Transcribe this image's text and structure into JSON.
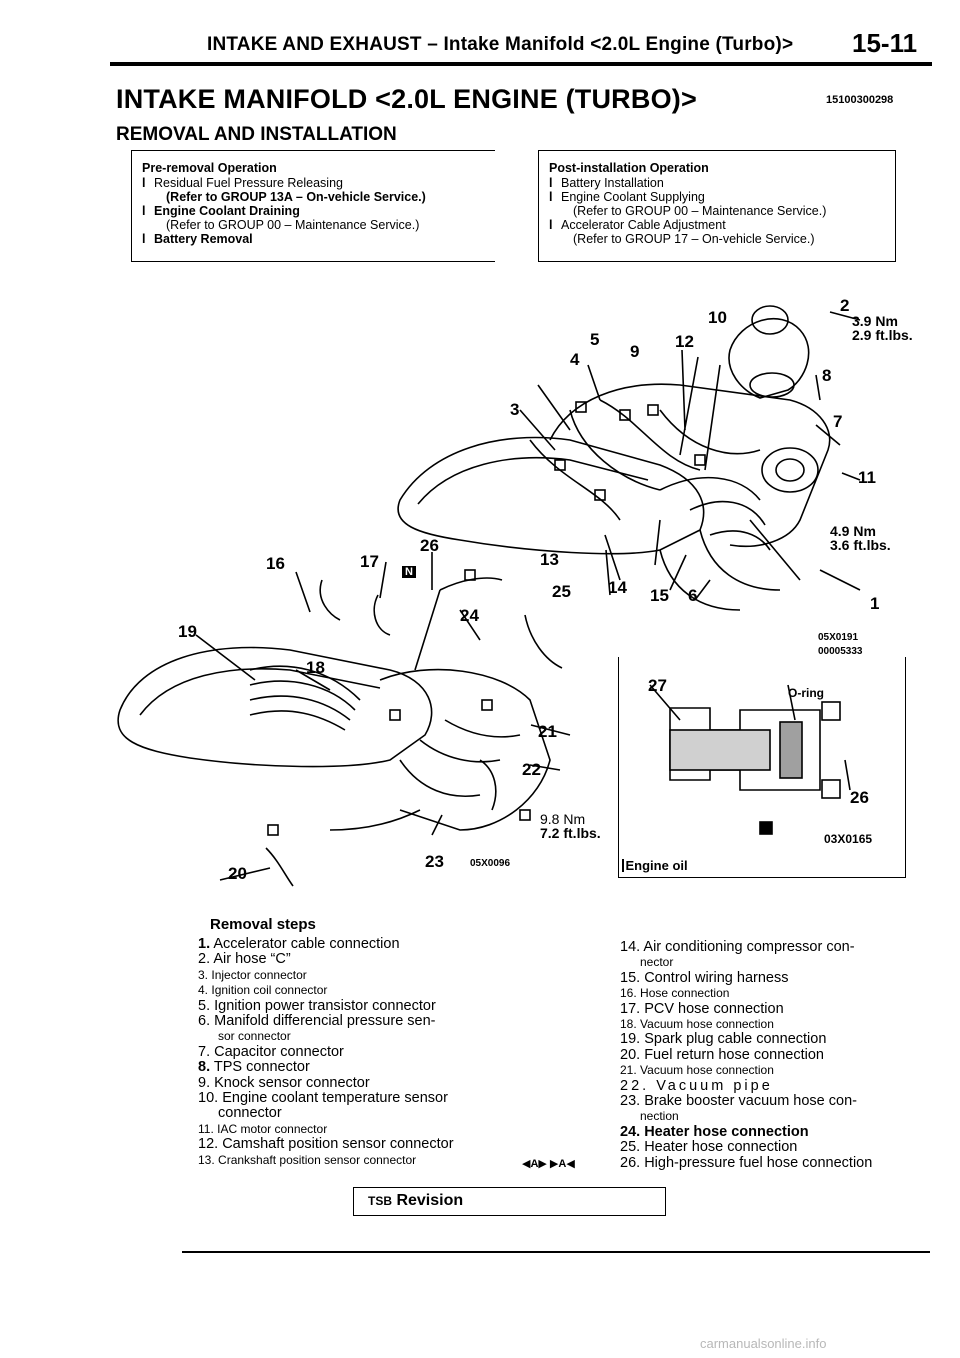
{
  "header": {
    "section": "INTAKE AND EXHAUST –",
    "subsection": "Intake Manifold <2.0L Engine (Turbo)>",
    "page_number": "15-11"
  },
  "main_title": "INTAKE MANIFOLD <2.0L ENGINE (TURBO)>",
  "doc_number": "15100300298",
  "sub_title": "REMOVAL AND INSTALLATION",
  "pre_removal": {
    "heading": "Pre-removal Operation",
    "items": [
      {
        "bullet": "l",
        "text": "Residual Fuel Pressure Releasing",
        "ref": "(Refer to GROUP 13A – On-vehicle Service.)"
      },
      {
        "bullet": "l",
        "text": "Engine Coolant Draining",
        "ref": "(Refer to GROUP 00 – Maintenance Service.)"
      },
      {
        "bullet": "l",
        "text": "Battery Removal",
        "ref": ""
      }
    ]
  },
  "post_installation": {
    "heading": "Post-installation Operation",
    "items": [
      {
        "bullet": "l",
        "text": "Battery Installation",
        "ref": ""
      },
      {
        "bullet": "l",
        "text": "Engine Coolant Supplying",
        "ref": "(Refer to GROUP 00 – Maintenance Service.)"
      },
      {
        "bullet": "l",
        "text": "Accelerator Cable Adjustment",
        "ref": "(Refer to GROUP 17 – On-vehicle Service.)"
      }
    ]
  },
  "diagram": {
    "callouts": [
      "1",
      "2",
      "3",
      "4",
      "5",
      "6",
      "7",
      "8",
      "9",
      "10",
      "11",
      "12",
      "13",
      "14",
      "15",
      "16",
      "17",
      "18",
      "19",
      "20",
      "21",
      "22",
      "23",
      "24",
      "25",
      "26",
      "27"
    ],
    "torque_top": {
      "nm": "3.9 Nm",
      "ftlbs": "2.9 ft.lbs."
    },
    "torque_mid": {
      "nm": "4.9 Nm",
      "ftlbs": "3.6 ft.lbs."
    },
    "torque_low": {
      "nm": "9.8 Nm",
      "ftlbs": "7.2 ft.lbs."
    },
    "fig_code_upper": "05X0191",
    "fig_code_upper2": "00005333",
    "fig_code_lower": "05X0096",
    "detail_code": "03X0165",
    "oring_label": "O-ring",
    "detail_caption": "Engine oil",
    "n_marker": "N"
  },
  "removal_steps": {
    "title": "Removal steps",
    "left": [
      {
        "n": "1.",
        "text": "Accelerator cable connection",
        "small": false
      },
      {
        "n": "2.",
        "text": "Air hose “C”",
        "small": false
      },
      {
        "n": "3.",
        "text": "Injector connector",
        "small": true
      },
      {
        "n": "4.",
        "text": "Ignition coil connector",
        "small": true
      },
      {
        "n": "5.",
        "text": "Ignition power transistor connector",
        "small": false
      },
      {
        "n": "6.",
        "text": "Manifold differencial pressure sen-",
        "small": false
      },
      {
        "n": "",
        "text": "sor connector",
        "small": true
      },
      {
        "n": "7.",
        "text": "Capacitor connector",
        "small": false
      },
      {
        "n": "8.",
        "text": "TPS connector",
        "small": false
      },
      {
        "n": "9.",
        "text": "Knock sensor connector",
        "small": false
      },
      {
        "n": "10.",
        "text": "Engine coolant temperature sensor",
        "small": false
      },
      {
        "n": "",
        "text": "connector",
        "small": false
      },
      {
        "n": "11.",
        "text": "IAC motor connector",
        "small": true
      },
      {
        "n": "12.",
        "text": "Camshaft position sensor connector",
        "small": false
      },
      {
        "n": "13.",
        "text": "Crankshaft position sensor connector",
        "small": true
      }
    ],
    "right": [
      {
        "n": "14.",
        "text": "Air conditioning compressor con-",
        "small": false
      },
      {
        "n": "",
        "text": "nector",
        "small": true
      },
      {
        "n": "15.",
        "text": "Control wiring harness",
        "small": false
      },
      {
        "n": "16.",
        "text": "Hose connection",
        "small": true
      },
      {
        "n": "17.",
        "text": "PCV hose connection",
        "small": false
      },
      {
        "n": "18.",
        "text": "Vacuum hose connection",
        "small": true
      },
      {
        "n": "19.",
        "text": "Spark plug cable connection",
        "small": false
      },
      {
        "n": "20.",
        "text": "Fuel return hose connection",
        "small": false
      },
      {
        "n": "21.",
        "text": "Vacuum hose connection",
        "small": true
      },
      {
        "n": "22.",
        "text": "Vacuum pipe",
        "small": false
      },
      {
        "n": "23.",
        "text": "Brake booster vacuum hose con-",
        "small": false
      },
      {
        "n": "",
        "text": "nection",
        "small": true
      },
      {
        "n": "24.",
        "text": "Heater hose connection",
        "small": false
      },
      {
        "n": "25.",
        "text": "Heater hose connection",
        "small": false
      },
      {
        "n": "26.",
        "text": "High-pressure fuel hose connection",
        "small": false
      }
    ],
    "marker_26": "◀A▶ ▶A◀"
  },
  "footer": {
    "tsb_prefix": "TSB",
    "tsb_label": "Revision",
    "watermark": "carmanualsonline.info"
  }
}
